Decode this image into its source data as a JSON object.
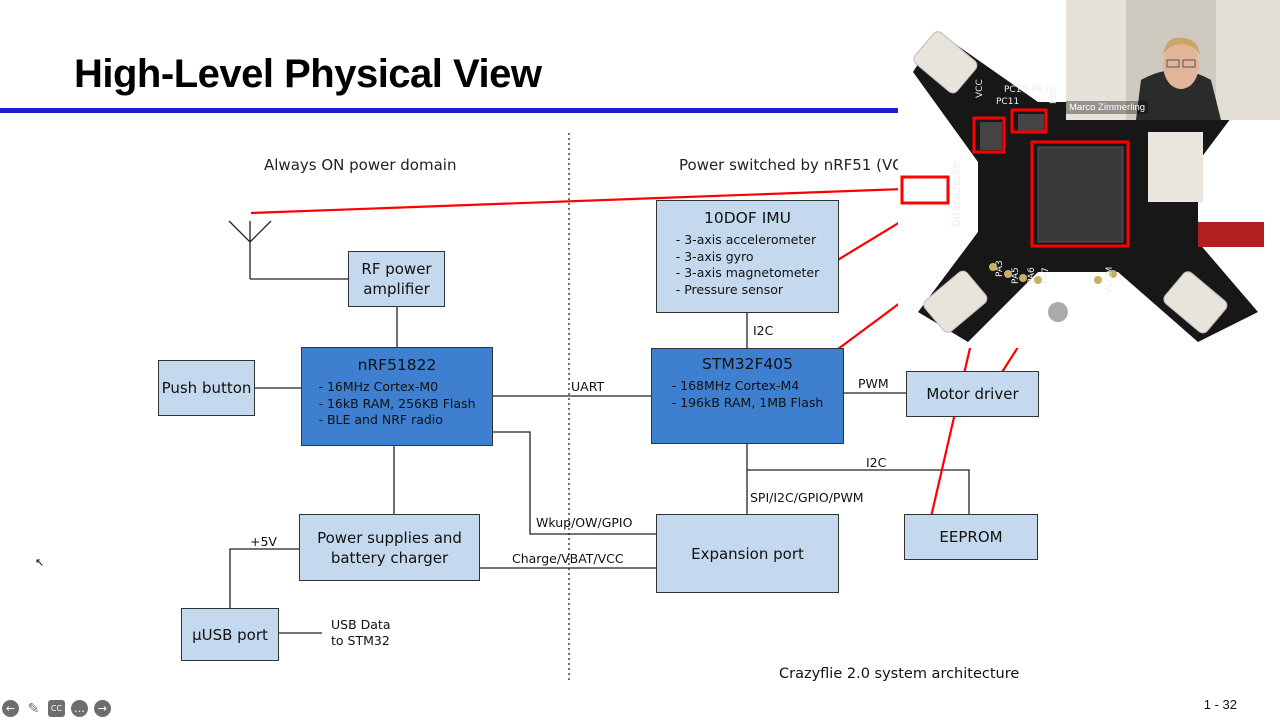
{
  "slide": {
    "title": "High-Level Physical View",
    "page_number": "1 - 32",
    "caption": "Crazyflie 2.0 system architecture"
  },
  "regions": {
    "left": "Always ON power domain",
    "right": "Power switched by nRF51 (VCC)"
  },
  "blocks": {
    "rf_amp": "RF power amplifier",
    "push_button": "Push button",
    "nrf": {
      "title": "nRF51822",
      "specs": [
        "- 16MHz Cortex-M0",
        "- 16kB RAM, 256KB Flash",
        "- BLE and NRF radio"
      ]
    },
    "imu": {
      "title": "10DOF IMU",
      "specs": [
        "- 3-axis accelerometer",
        "- 3-axis gyro",
        "- 3-axis magnetometer",
        "- Pressure sensor"
      ]
    },
    "stm": {
      "title": "STM32F405",
      "specs": [
        "- 168MHz Cortex-M4",
        "- 196kB RAM, 1MB Flash"
      ]
    },
    "motor_driver": "Motor driver",
    "power_supplies": "Power supplies and battery charger",
    "expansion_port": "Expansion port",
    "eeprom": "EEPROM",
    "usb_port": "µUSB port"
  },
  "connections": {
    "uart": "UART",
    "i2c_imu": "I2C",
    "pwm": "PWM",
    "i2c_eeprom": "I2C",
    "spi": "SPI/I2C/GPIO/PWM",
    "wkup": "Wkup/OW/GPIO",
    "charge": "Charge/VBAT/VCC",
    "plus5v": "+5V",
    "usb_data": "USB Data to STM32"
  },
  "board": {
    "silkscreen": [
      "VCC",
      "PC10",
      "PB7",
      "PC11",
      "PB6",
      "bitcraze.se",
      "PA3",
      "PA5",
      "PA6",
      "PA7",
      "VCOM"
    ]
  },
  "webcam": {
    "presenter": "Marco Zimmerling"
  },
  "colors": {
    "accent_rule": "#1f1fd0",
    "block_light": "#c5d9ee",
    "block_dark": "#3f7fcf",
    "highlight": "#ff0000"
  },
  "controls": [
    "back-icon",
    "pen-icon",
    "captions-icon",
    "more-icon",
    "forward-icon"
  ]
}
